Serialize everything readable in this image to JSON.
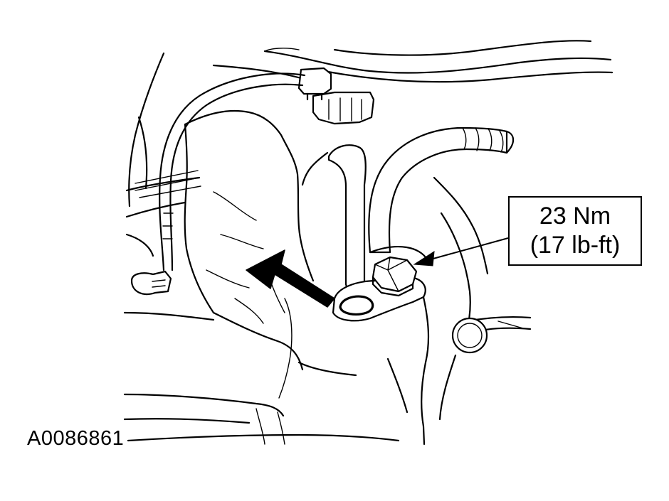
{
  "callout": {
    "torque_nm": "23 Nm",
    "torque_lbft": "(17 lb-ft)"
  },
  "figure_id": "A0086861"
}
